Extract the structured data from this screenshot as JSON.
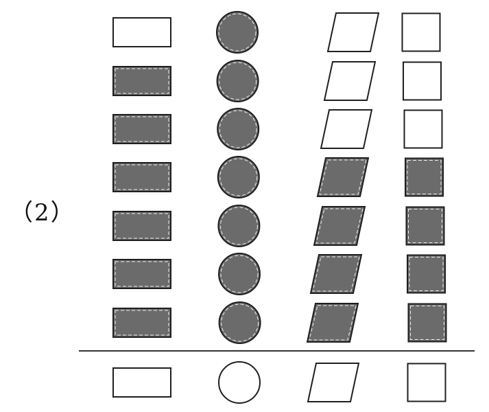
{
  "figure": {
    "label": "（2）"
  },
  "colors": {
    "filled": "#6b6b6b",
    "stroke": "#1f1f1f",
    "empty": "#ffffff",
    "inner_dash": "#f2f2f2"
  },
  "grid": {
    "columns": [
      "rectangle",
      "circle",
      "parallelogram",
      "square"
    ],
    "rows_above_line": 7,
    "shaded_counts": {
      "rectangle": 6,
      "circle": 7,
      "parallelogram": 4,
      "square": 4
    },
    "answer_row_shaded": false
  }
}
